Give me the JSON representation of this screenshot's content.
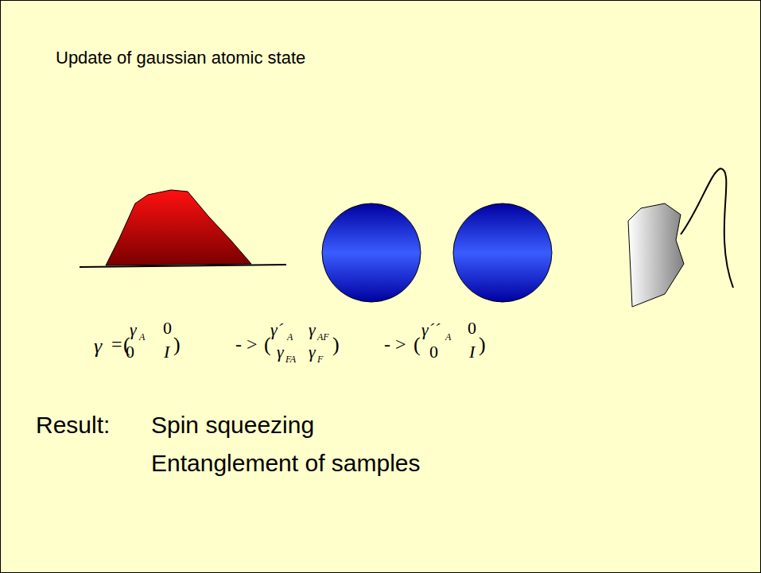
{
  "diagram": {
    "title": "Update of gaussian atomic state",
    "labels": [
      "γ",
      "=",
      "(",
      "γ",
      "A",
      "0",
      "0",
      "I",
      ")",
      "- >",
      "(",
      "γ´",
      "A",
      "γ",
      "AF",
      "γ",
      "FA",
      "γ",
      "F",
      ")",
      "- >",
      "(",
      "γ´´",
      "A",
      "0",
      "0",
      "I",
      ")",
      "Result:",
      "Spin squeezing",
      "Entanglement of samples"
    ]
  }
}
